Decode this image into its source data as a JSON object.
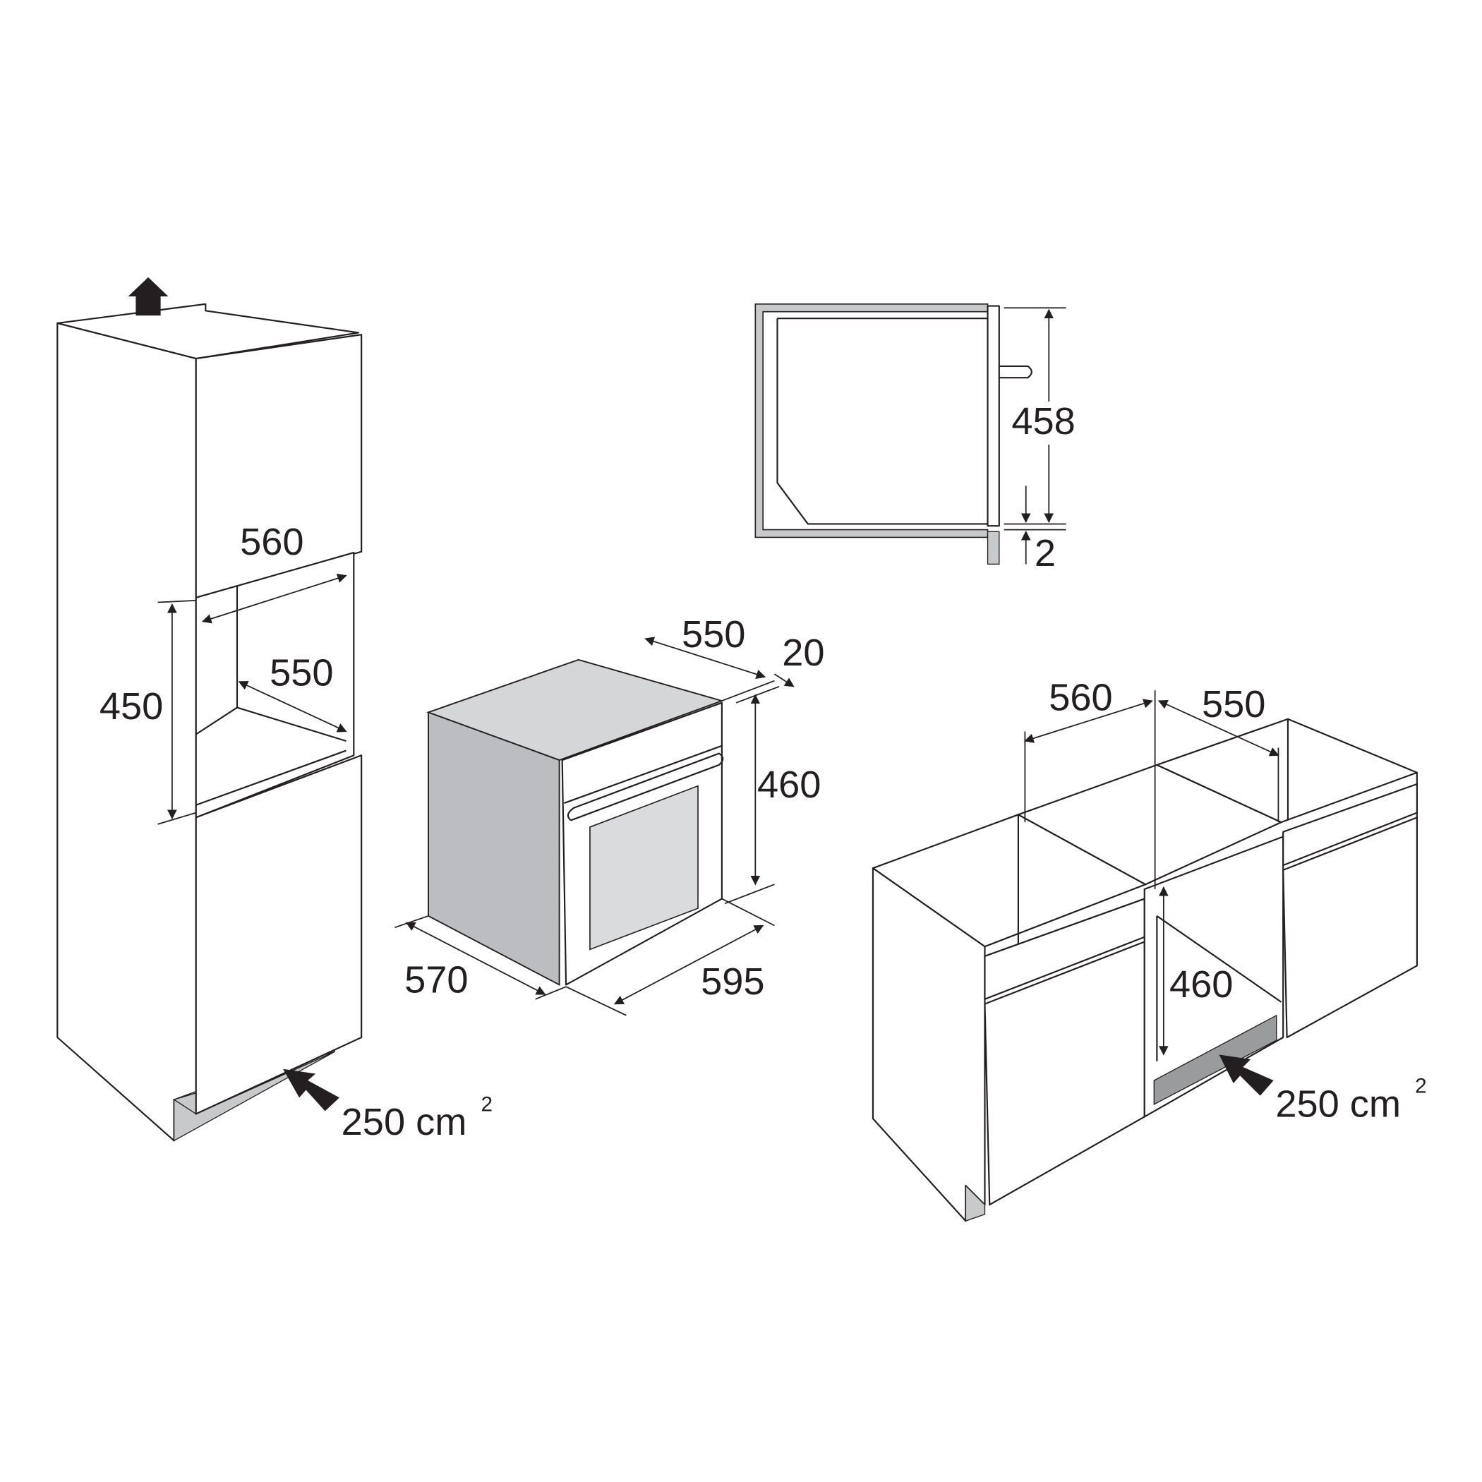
{
  "tall_cabinet": {
    "niche_width": "560",
    "niche_depth": "550",
    "niche_height": "450",
    "vent_area": "250 cm",
    "vent_unit_exp": "2"
  },
  "oven": {
    "depth": "550",
    "front_thickness": "20",
    "height": "460",
    "side_depth": "570",
    "width": "595"
  },
  "section_view": {
    "height": "458",
    "gap": "2"
  },
  "base_cabinet": {
    "niche_width": "560",
    "niche_depth": "550",
    "niche_height": "460",
    "vent_area": "250 cm",
    "vent_unit_exp": "2"
  },
  "colors": {
    "line": "#231f20",
    "oven_side": "#bcbdc0",
    "oven_top": "#d5d6d8",
    "window": "#dadbdd",
    "vent": "#9a9b9d"
  }
}
